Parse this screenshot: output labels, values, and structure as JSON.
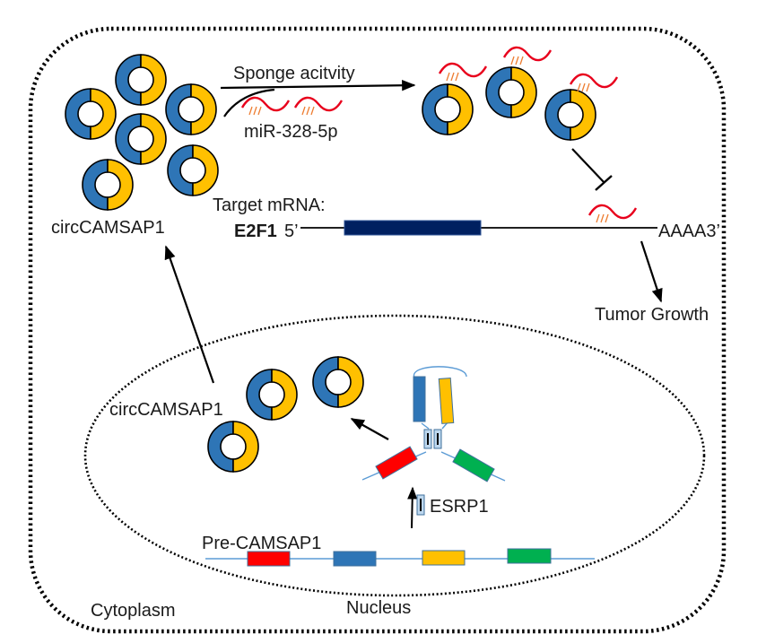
{
  "title": "circCAMSAP1 biogenesis and miR-328-5p sponge mechanism",
  "colors": {
    "circ_left": "#2e75b6",
    "circ_right": "#ffc000",
    "mirna": "#e8001c",
    "mirna_pairs": "#ed7d31",
    "cds_block": "#002060",
    "exon_red": "#ff0000",
    "exon_blue": "#2e75b6",
    "exon_yellow": "#ffc000",
    "exon_green": "#00b050",
    "intron_line": "#5b9bd5",
    "esrp1_box": "#bdd7ee"
  },
  "labels": {
    "sponge_activity": "Sponge acitvity",
    "mirna": "miR-328-5p",
    "circ_cytoplasm": "circCAMSAP1",
    "target_mrna": "Target mRNA:",
    "gene": "E2F1",
    "five_prime": "5’",
    "three_prime": "AAAA3’",
    "tumor_growth": "Tumor Growth",
    "circ_nucleus": "circCAMSAP1",
    "esrp1": "ESRP1",
    "pre_gene": "Pre-CAMSAP1",
    "nucleus": "Nucleus",
    "cytoplasm": "Cytoplasm"
  },
  "compartments": [
    "Cytoplasm",
    "Nucleus"
  ],
  "pre_mrna_exons": [
    "red",
    "blue",
    "yellow",
    "green"
  ],
  "relations": [
    {
      "from": "Pre-CAMSAP1",
      "to": "circCAMSAP1 (nucleus)",
      "type": "back-splicing",
      "regulator": "ESRP1"
    },
    {
      "from": "circCAMSAP1 (nucleus)",
      "to": "circCAMSAP1 (cytoplasm)",
      "type": "export"
    },
    {
      "from": "circCAMSAP1",
      "to": "miR-328-5p",
      "type": "sponge"
    },
    {
      "from": "miR-328-5p",
      "to": "E2F1 mRNA 3'UTR",
      "type": "inhibition"
    },
    {
      "from": "E2F1",
      "to": "Tumor Growth",
      "type": "promotes"
    }
  ]
}
